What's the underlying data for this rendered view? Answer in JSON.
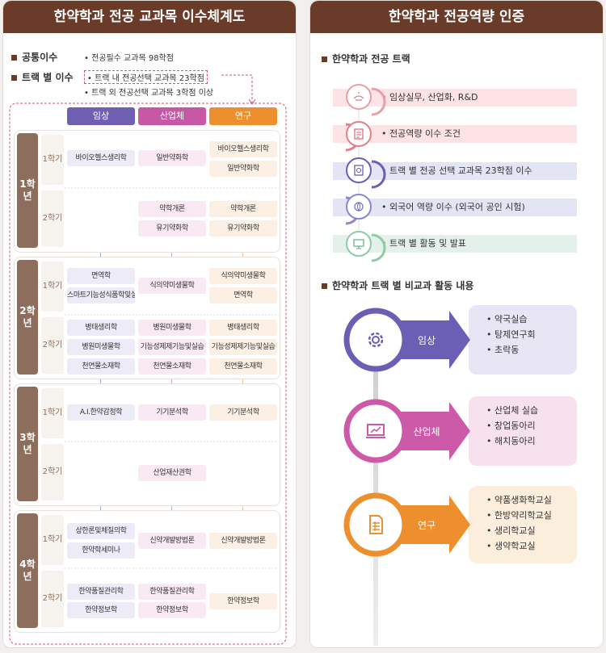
{
  "left": {
    "title": "한약학과 전공 교과목 이수체계도",
    "common_label": "공통이수",
    "common_value": "• 전공필수 교과목 98학점",
    "track_label": "트랙 별 이수",
    "track_value1": "• 트랙 내 전공선택 교과목 23학점",
    "track_value2": "• 트랙 외 전공선택 교과목 3학점 이상",
    "tracks": [
      "임상",
      "산업체",
      "연구"
    ],
    "years": [
      "1학년",
      "2학년",
      "3학년",
      "4학년"
    ],
    "semesters": [
      "1학기",
      "2학기"
    ],
    "courses": {
      "y1s1": {
        "l": [
          "바이오헬스생리학"
        ],
        "m": [
          "일반약화학"
        ],
        "r": [
          "바이오헬스생리학",
          "일반약화학"
        ]
      },
      "y1s2": {
        "l": [],
        "m": [
          "약학개론",
          "유기약화학"
        ],
        "r": [
          "약학개론",
          "유기약화학"
        ]
      },
      "y2s1": {
        "l": [
          "면역학",
          "스마트기능성식품학및실습"
        ],
        "m": [
          "식의약미생물학"
        ],
        "r": [
          "식의약미생물학",
          "면역학"
        ]
      },
      "y2s2": {
        "l": [
          "병태생리학",
          "병원미생물학",
          "천연물소재학"
        ],
        "m": [
          "병원미생물학",
          "기능성제제기능및실습",
          "천연물소재학"
        ],
        "r": [
          "병태생리학",
          "기능성제제기능및실습",
          "천연물소재학"
        ]
      },
      "y3s1": {
        "l": [
          "A.I.한약감정학"
        ],
        "m": [
          "기기분석학"
        ],
        "r": [
          "기기분석학"
        ]
      },
      "y3s2": {
        "l": [],
        "m": [
          "산업재산권학"
        ],
        "r": []
      },
      "y4s1": {
        "l": [
          "상한론및체질의학",
          "한약학세미나"
        ],
        "m": [
          "신약개발방법론"
        ],
        "r": [
          "신약개발방법론"
        ]
      },
      "y4s2": {
        "l": [
          "한약품질관리학",
          "한약정보학"
        ],
        "m": [
          "한약품질관리학",
          "한약정보학"
        ],
        "r": [
          "한약정보학"
        ]
      }
    }
  },
  "right": {
    "title": "한약학과 전공역량 인증",
    "section1": "한약학과 전공 트랙",
    "items": [
      "• 임상실무, 산업화, R&D",
      "• 전공역량 이수 조건",
      "• 트랙 별 전공 선택 교과목 23학점 이수",
      "• 외국어 역량 이수 (외국어 공인 시험)",
      "• 트랙 별 활동 및 발표"
    ],
    "section2": "한약학과 트랙 별 비교과 활동 내용",
    "activities": [
      {
        "track": "임상",
        "list": [
          "• 약국실습",
          "• 탕제연구회",
          "• 초락동"
        ]
      },
      {
        "track": "산업체",
        "list": [
          "• 산업체 실습",
          "• 창업동아리",
          "• 해치동아리"
        ]
      },
      {
        "track": "연구",
        "list": [
          "• 약품생화학교실",
          "• 한방약리학교실",
          "• 생리학교실",
          "• 생약학교실"
        ]
      }
    ]
  },
  "colors": {
    "brown": "#6b3b2a",
    "clinic": "#7060b4",
    "industry": "#c658a6",
    "research": "#ec8f2c"
  }
}
